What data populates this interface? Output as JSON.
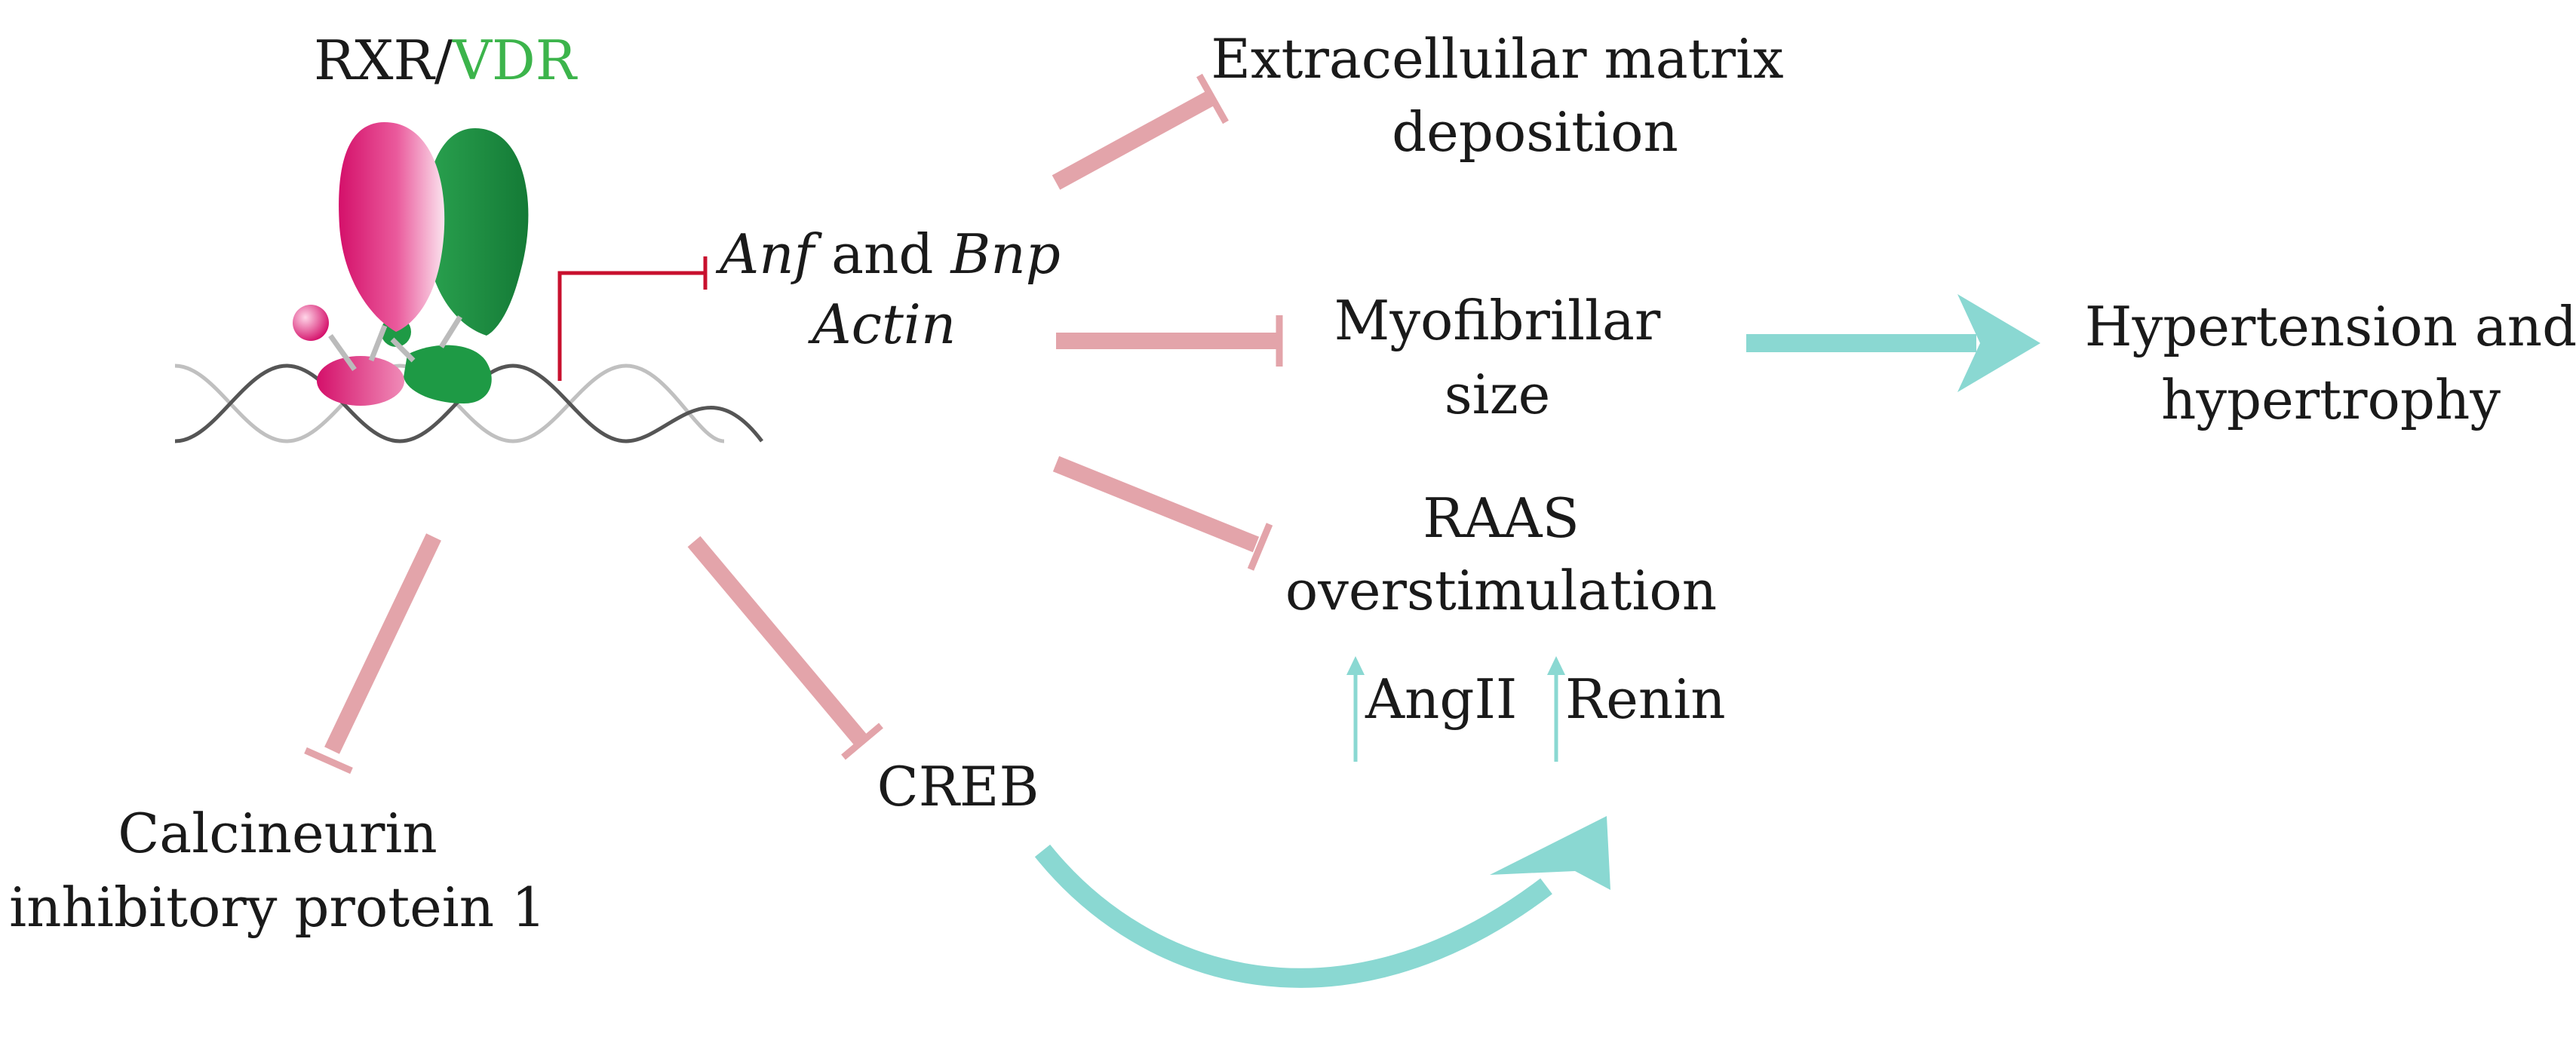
{
  "complex": {
    "rxr": "RXR",
    "slash": "/",
    "vdr": "VDR"
  },
  "genes": {
    "line1_a": "Anf",
    "line1_mid": " and ",
    "line1_b": "Bnp",
    "line2": "Actin"
  },
  "targets": {
    "ecm_line1": "Extracelluilar matrix",
    "ecm_line2": "deposition",
    "myo_line1": "Myofibrillar",
    "myo_line2": "size",
    "raas_line1": "RAAS",
    "raas_line2": "overstimulation",
    "angii": "AngII",
    "renin": "Renin",
    "outcome_line1": "Hypertension and",
    "outcome_line2": "hypertrophy",
    "calc_line1": "Calcineurin",
    "calc_line2": "inhibitory protein 1",
    "creb": "CREB"
  },
  "colors": {
    "rxr_magenta": "#d81b6f",
    "vdr_green": "#1e9a45",
    "vdr_label_green": "#3cb44b",
    "inhibit_pink": "#e3a4aa",
    "repress_red": "#c8102e",
    "activate_teal": "#8ad8d2",
    "dna_dark": "#555555",
    "dna_light": "#c0c0c0",
    "text": "#1a1a1a"
  }
}
